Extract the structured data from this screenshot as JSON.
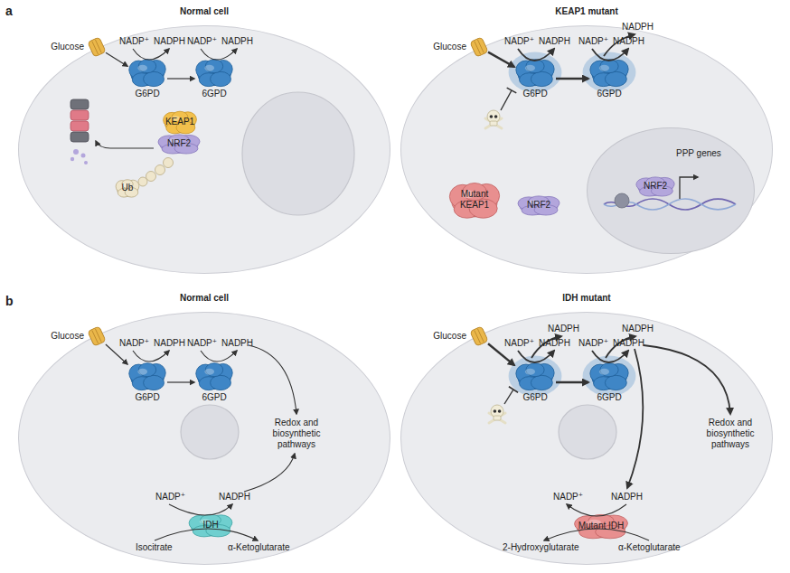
{
  "diagram": {
    "nodes": [
      {
        "text": [
          "Normal cell"
        ]
      },
      {
        "text": [
          "Glucose"
        ],
        "in": 0
      },
      {
        "text": [
          "G6PD"
        ],
        "in": 0
      },
      {
        "text": [
          "6GPD"
        ],
        "in": 0
      },
      {
        "text": [
          "KEAP1"
        ],
        "in": 0
      },
      {
        "text": [
          "NRF2"
        ],
        "in": 0
      },
      {
        "text": [
          "Ub"
        ],
        "in": 0
      },
      {
        "text": [
          "KEAP1 mutant"
        ]
      },
      {
        "text": [
          "Glucose"
        ],
        "in": 7
      },
      {
        "text": [
          "G6PD"
        ],
        "in": 7
      },
      {
        "text": [
          "6GPD"
        ],
        "in": 7
      },
      {
        "text": [
          "Mutant KEAP1"
        ],
        "in": 7
      },
      {
        "text": [
          "NRF2"
        ],
        "in": 7
      },
      {
        "text": [
          "PPP genes"
        ],
        "in": 7
      },
      {
        "text": [
          "NRF2"
        ],
        "in": 13
      },
      {
        "text": [
          "Normal cell"
        ]
      },
      {
        "text": [
          "Glucose"
        ],
        "in": 15
      },
      {
        "text": [
          "G6PD"
        ],
        "in": 15
      },
      {
        "text": [
          "6GPD"
        ],
        "in": 15
      },
      {
        "text": [
          "IDH"
        ],
        "in": 15
      },
      {
        "text": [
          "IDH mutant"
        ]
      },
      {
        "text": [
          "Glucose"
        ],
        "in": 20
      },
      {
        "text": [
          "G6PD"
        ],
        "in": 20
      },
      {
        "text": [
          "6GPD"
        ],
        "in": 20
      },
      {
        "text": [
          "Mutant IDH"
        ],
        "in": 20
      }
    ],
    "edges": [
      {
        "from": 1,
        "to": 2,
        "arrow": "to"
      },
      {
        "from": 2,
        "to": 3,
        "arrow": "to"
      },
      {
        "from": 8,
        "to": 9,
        "arrow": "to"
      },
      {
        "from": 9,
        "to": 10,
        "arrow": "to"
      },
      {
        "from": 16,
        "to": 17,
        "arrow": "to"
      },
      {
        "from": 17,
        "to": 18,
        "arrow": "to"
      },
      {
        "from": 21,
        "to": 22,
        "arrow": "to"
      },
      {
        "from": 22,
        "to": 23,
        "arrow": "to"
      }
    ],
    "labels": [
      "a",
      "NADP⁺",
      "NADPH",
      "NADP⁺",
      "NADPH",
      "NADP⁺",
      "NADPH",
      "NADPH",
      "NADP⁺",
      "NADPH",
      "b",
      "NADP⁺",
      "NADPH",
      "NADP⁺",
      "NADPH",
      "Redox and biosynthetic pathways",
      "NADP⁺",
      "NADPH",
      "Isocitrate",
      "α-Ketoglutarate",
      "NADPH",
      "NADPH",
      "NADP⁺",
      "NADPH",
      "NADP⁺",
      "NADPH",
      "Redox and biosynthetic pathways",
      "NADP⁺",
      "NADPH",
      "2-Hydroxyglutarate",
      "α-Ketoglutarate"
    ]
  }
}
